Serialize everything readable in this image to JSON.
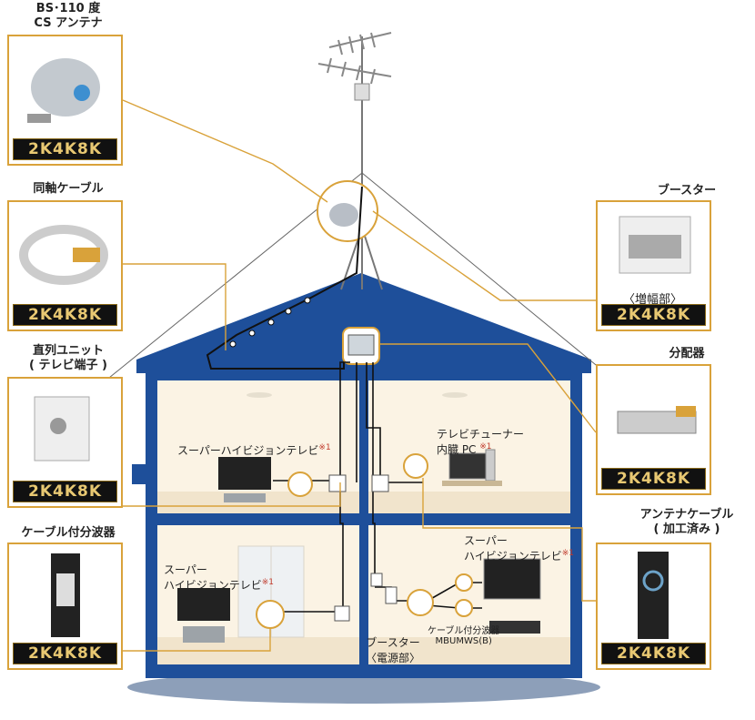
{
  "cards": {
    "bs_antenna": {
      "title_line1": "BS･110 度",
      "title_line2": "CS アンテナ",
      "badge": "2K4K8K"
    },
    "coax_cable": {
      "title": "同軸ケーブル",
      "badge": "2K4K8K"
    },
    "wall_unit": {
      "title_line1": "直列ユニット",
      "title_line2": "( テレビ端子 )",
      "badge": "2K4K8K"
    },
    "cable_splitter": {
      "title": "ケーブル付分波器",
      "badge": "2K4K8K"
    },
    "booster": {
      "title": "ブースター",
      "sub": "〈増幅部〉",
      "badge": "2K4K8K"
    },
    "distributor": {
      "title": "分配器",
      "badge": "2K4K8K"
    },
    "antenna_cable": {
      "title_line1": "アンテナケーブル",
      "title_line2": "( 加工済み )",
      "badge": "2K4K8K"
    }
  },
  "captions": {
    "tv_2f_left": "スーパーハイビジョンテレビ",
    "tv_2f_left_note": "※1",
    "tuner_pc_line1": "テレビチューナー",
    "tuner_pc_line2": "内臓 PC",
    "tuner_pc_note": "※1",
    "tv_1f_left_line1": "スーパー",
    "tv_1f_left_line2": "ハイビジョンテレビ",
    "tv_1f_left_note": "※1",
    "tv_1f_right_line1": "スーパー",
    "tv_1f_right_line2": "ハイビジョンテレビ",
    "tv_1f_right_note": "※1",
    "booster_power_line1": "ブースター",
    "booster_power_line2": "〈電源部〉",
    "splitter_label": "ケーブル付分波器",
    "splitter_model": "MBUMWS(B)"
  }
}
